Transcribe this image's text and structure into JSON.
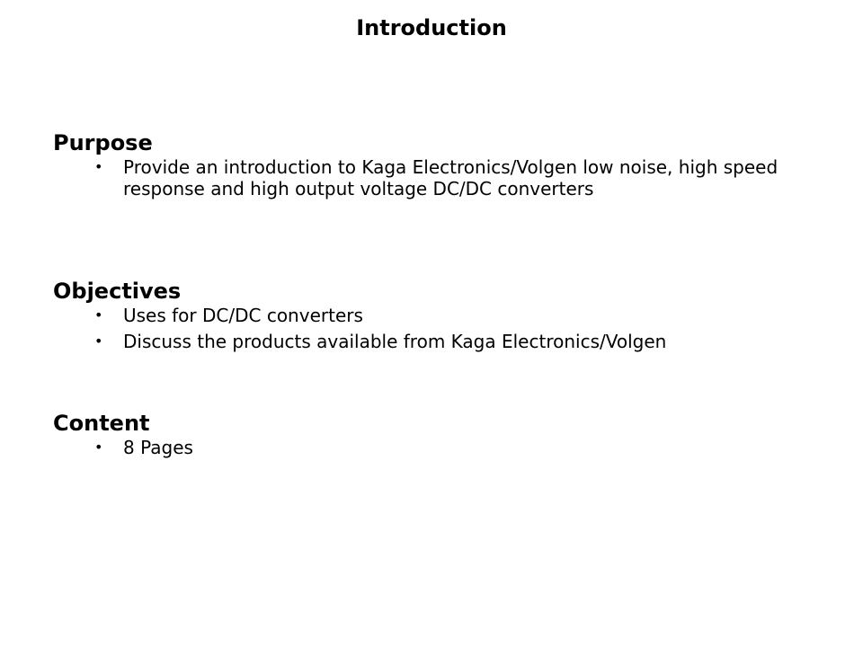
{
  "title": "Introduction",
  "sections": [
    {
      "heading": "Purpose",
      "items": [
        "Provide an introduction to Kaga Electronics/Volgen low noise, high speed response and high output voltage DC/DC converters"
      ]
    },
    {
      "heading": "Objectives",
      "items": [
        "Uses for DC/DC converters",
        "Discuss the products available from Kaga Electronics/Volgen"
      ]
    },
    {
      "heading": "Content",
      "items": [
        "8 Pages"
      ]
    }
  ]
}
